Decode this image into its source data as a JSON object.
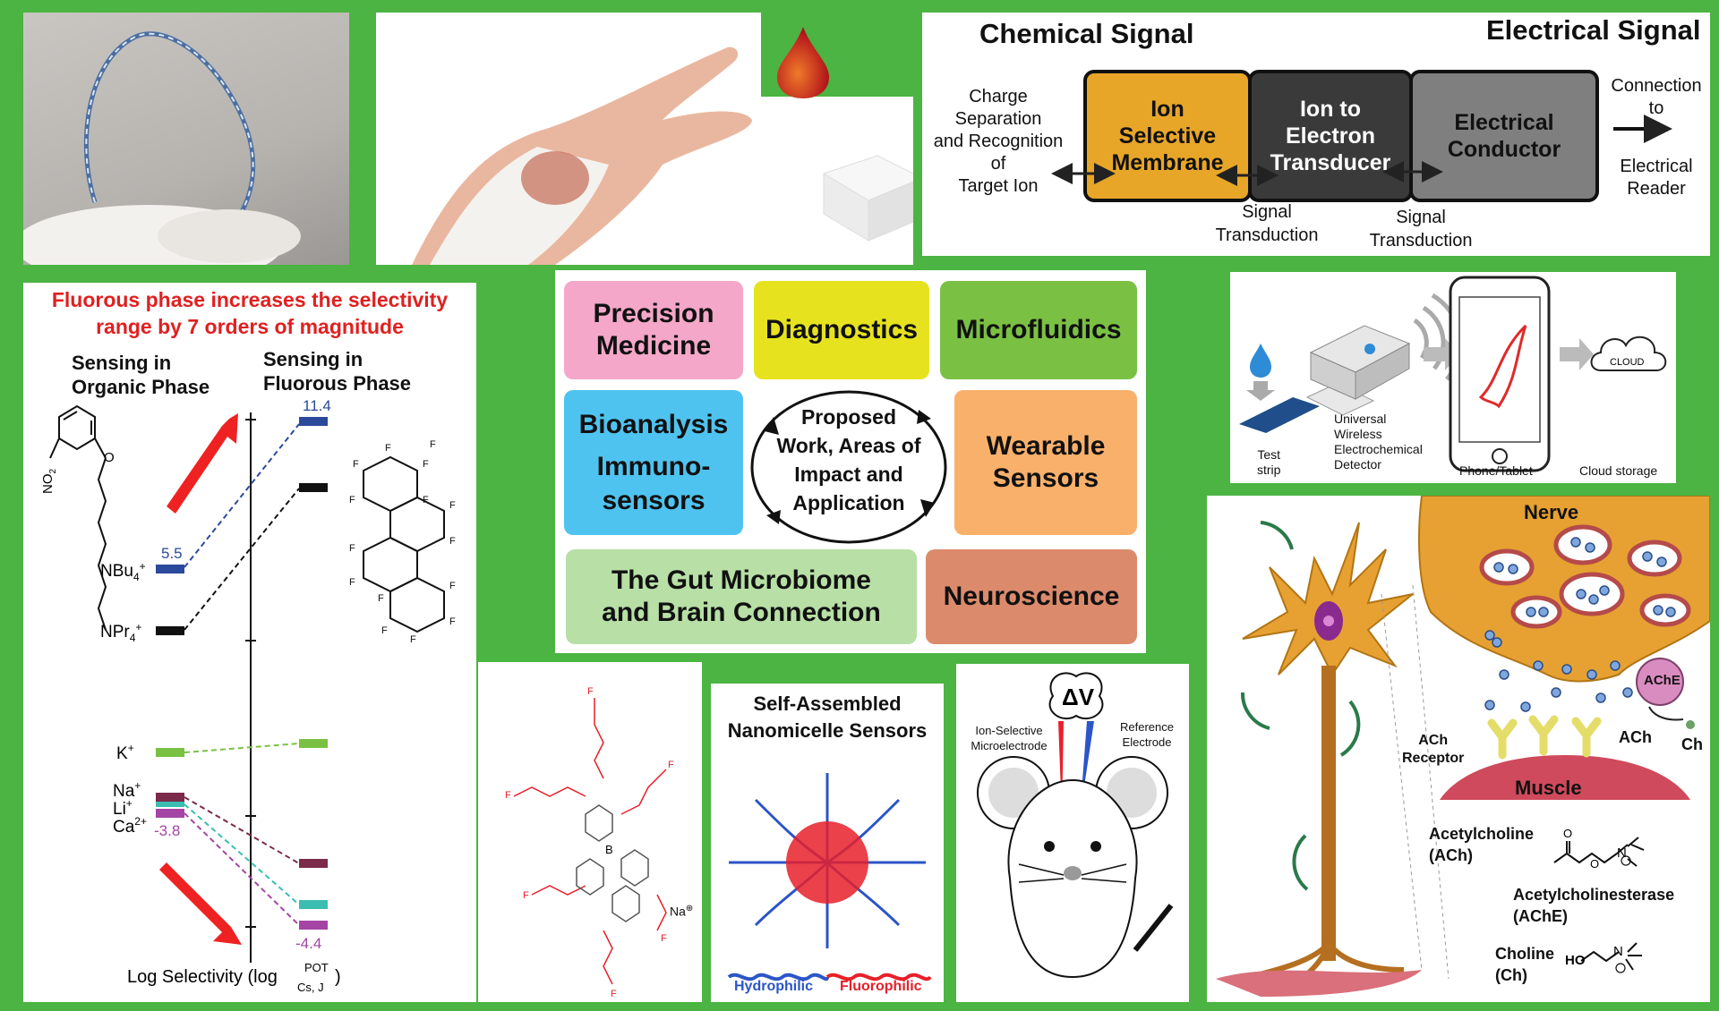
{
  "signal_chain": {
    "chemical_title": "Chemical Signal",
    "electrical_title": "Electrical Signal",
    "left_text": [
      "Charge",
      "Separation",
      "and Recognition",
      "of",
      "Target Ion"
    ],
    "box1": [
      "Ion",
      "Selective",
      "Membrane"
    ],
    "box2": [
      "Ion to",
      "Electron",
      "Transducer"
    ],
    "box3": [
      "Electrical",
      "Conductor"
    ],
    "right_text": [
      "Connection",
      "to",
      "Electrical",
      "Reader"
    ],
    "transduction1": [
      "Signal",
      "Transduction"
    ],
    "transduction2": [
      "Signal",
      "Transduction"
    ],
    "colors": {
      "box1": "#e8a628",
      "box2": "#3a3a3a",
      "box3": "#7f7f7f"
    }
  },
  "selectivity": {
    "headline": [
      "Fluorous phase increases the selectivity",
      "range by 7 orders of magnitude"
    ],
    "organic_header": [
      "Sensing in",
      "Organic Phase"
    ],
    "fluorous_header": [
      "Sensing in",
      "Fluorous Phase"
    ],
    "ions": {
      "nbu4": "NBu",
      "npr4": "NPr",
      "k": "K",
      "na": "Na",
      "li": "Li",
      "ca": "Ca"
    },
    "values": {
      "organic_top": "5.5",
      "fluorous_top": "11.4",
      "organic_bottom": "-3.8",
      "fluorous_bottom": "-4.4"
    },
    "xlabel": "Log Selectivity (log",
    "xlabel_sup": "POT",
    "xlabel_sub": "Cs, J",
    "xlabel_end": ")",
    "organic_molecule_label": "NO",
    "molecule_f": "F",
    "colors": {
      "nbu4": "#2c4a9c",
      "k": "#7ac143",
      "na": "#7b2a4a",
      "li": "#3bbdb1",
      "ca": "#a444a5",
      "headline": "#e02020"
    }
  },
  "applications": {
    "tiles": [
      {
        "label": [
          "Precision",
          "Medicine"
        ],
        "color": "#f4a7c9"
      },
      {
        "label": [
          "Diagnostics"
        ],
        "color": "#e6e31e"
      },
      {
        "label": [
          "Microfluidics"
        ],
        "color": "#7ac143"
      },
      {
        "label": [
          "Bioanalysis",
          "",
          "Immuno-",
          "sensors"
        ],
        "color": "#4fc3ef"
      },
      {
        "label": [
          "Wearable",
          "Sensors"
        ],
        "color": "#f9b06b"
      },
      {
        "label": [
          "The Gut Microbiome",
          "and Brain Connection"
        ],
        "color": "#b7dfa6"
      },
      {
        "label": [
          "Neuroscience"
        ],
        "color": "#dc8a6c"
      }
    ],
    "center": [
      "Proposed",
      "Work, Areas of",
      "Impact and",
      "Application"
    ]
  },
  "wireless": {
    "test_strip": [
      "Test",
      "strip"
    ],
    "detector": [
      "Universal",
      "Wireless",
      "Electrochemical",
      "Detector"
    ],
    "phone": "Phone/Tablet",
    "cloud": "CLOUD",
    "cloud_storage": "Cloud storage"
  },
  "borate": {
    "counterion": "Na",
    "f": "F",
    "b": "B"
  },
  "micelle": {
    "title": [
      "Self-Assembled",
      "Nanomicelle Sensors"
    ],
    "hydrophilic": "Hydrophilic",
    "fluorophilic": "Fluorophilic",
    "colors": {
      "hydrophilic": "#2b55c8",
      "fluorophilic": "#e8202a"
    }
  },
  "mouse": {
    "delta_v": "ΔV",
    "left_probe": [
      "Ion-Selective",
      "Microelectrode"
    ],
    "right_probe": [
      "Reference",
      "Electrode"
    ]
  },
  "neuron": {
    "nerve": "Nerve",
    "muscle": "Muscle",
    "ach_receptor": [
      "ACh",
      "Receptor"
    ],
    "ache": "AChE",
    "ach": "ACh",
    "ch": "Ch",
    "acetylcholine": [
      "Acetylcholine",
      "(ACh)"
    ],
    "acetylcholinesterase": [
      "Acetylcholinesterase",
      "(AChE)"
    ],
    "choline": [
      "Choline",
      "(Ch)"
    ],
    "ho": "HO",
    "n": "N",
    "o": "O"
  }
}
